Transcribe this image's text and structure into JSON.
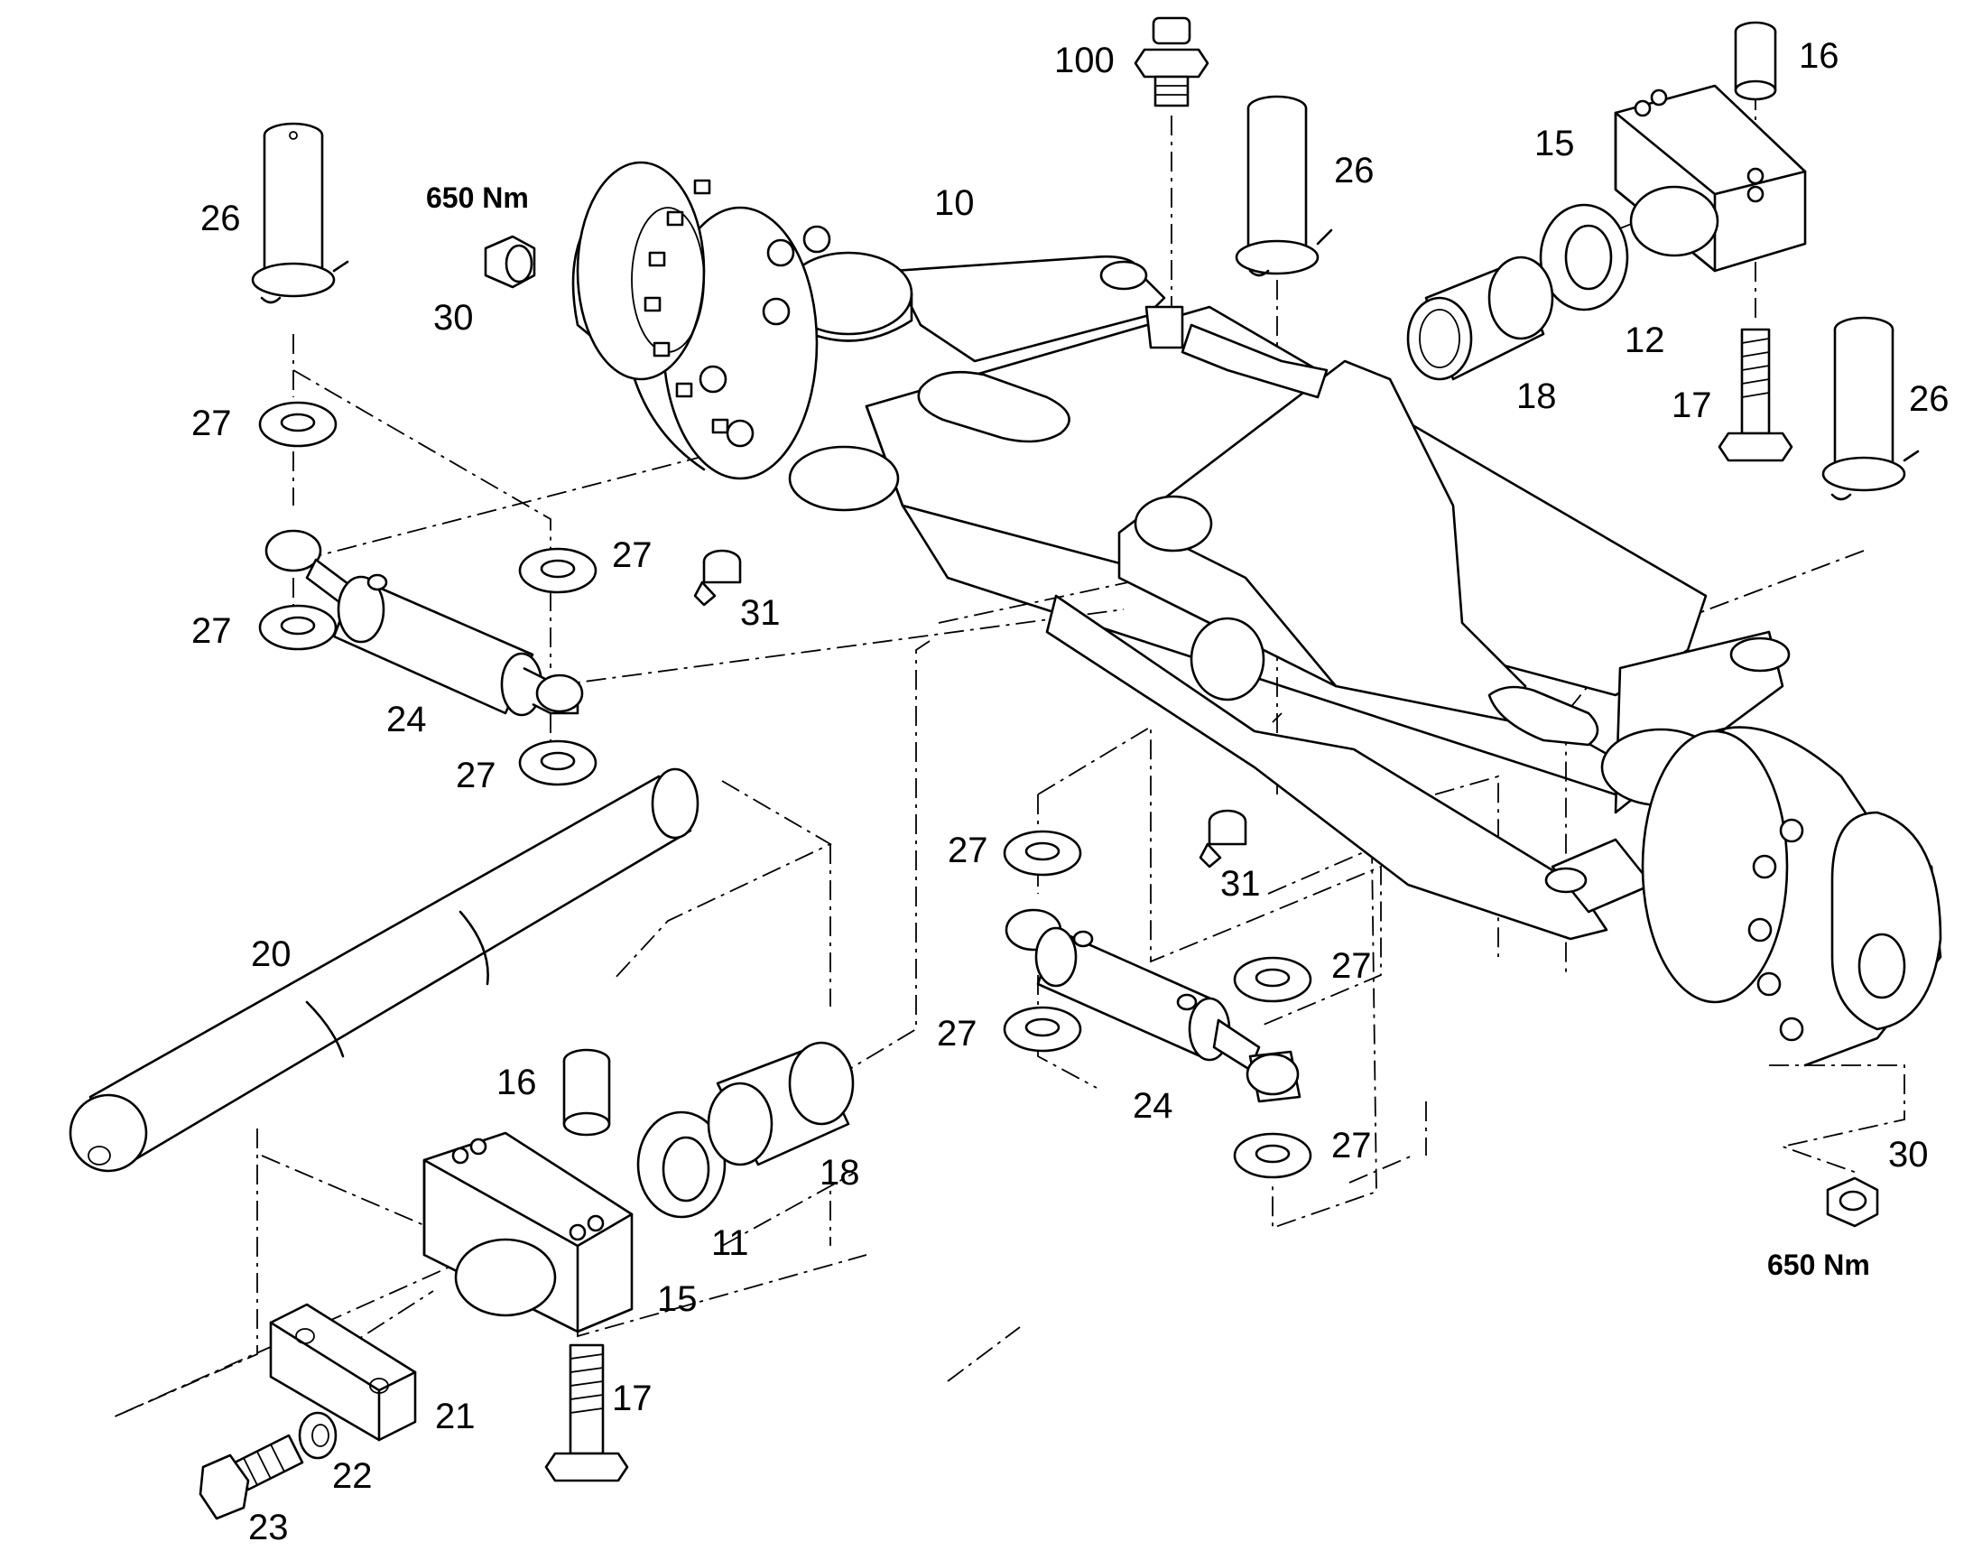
{
  "diagram": {
    "labels": [
      {
        "key": "p100",
        "text": "100"
      },
      {
        "key": "p16a",
        "text": "16"
      },
      {
        "key": "p26a",
        "text": "26"
      },
      {
        "key": "p26b",
        "text": "26"
      },
      {
        "key": "p26c",
        "text": "26"
      },
      {
        "key": "p10",
        "text": "10"
      },
      {
        "key": "p15a",
        "text": "15"
      },
      {
        "key": "p12",
        "text": "12"
      },
      {
        "key": "p30a",
        "text": "30"
      },
      {
        "key": "p18a",
        "text": "18"
      },
      {
        "key": "p17a",
        "text": "17"
      },
      {
        "key": "p27a",
        "text": "27"
      },
      {
        "key": "p27b",
        "text": "27"
      },
      {
        "key": "p27c",
        "text": "27"
      },
      {
        "key": "p27d",
        "text": "27"
      },
      {
        "key": "p27e",
        "text": "27"
      },
      {
        "key": "p27f",
        "text": "27"
      },
      {
        "key": "p27g",
        "text": "27"
      },
      {
        "key": "p27h",
        "text": "27"
      },
      {
        "key": "p31a",
        "text": "31"
      },
      {
        "key": "p31b",
        "text": "31"
      },
      {
        "key": "p24a",
        "text": "24"
      },
      {
        "key": "p24b",
        "text": "24"
      },
      {
        "key": "p20",
        "text": "20"
      },
      {
        "key": "p16b",
        "text": "16"
      },
      {
        "key": "p18b",
        "text": "18"
      },
      {
        "key": "p11",
        "text": "11"
      },
      {
        "key": "p15b",
        "text": "15"
      },
      {
        "key": "p21",
        "text": "21"
      },
      {
        "key": "p17b",
        "text": "17"
      },
      {
        "key": "p22",
        "text": "22"
      },
      {
        "key": "p23",
        "text": "23"
      },
      {
        "key": "p30b",
        "text": "30"
      }
    ],
    "torque_top": "650 Nm",
    "torque_bottom": "650 Nm"
  }
}
